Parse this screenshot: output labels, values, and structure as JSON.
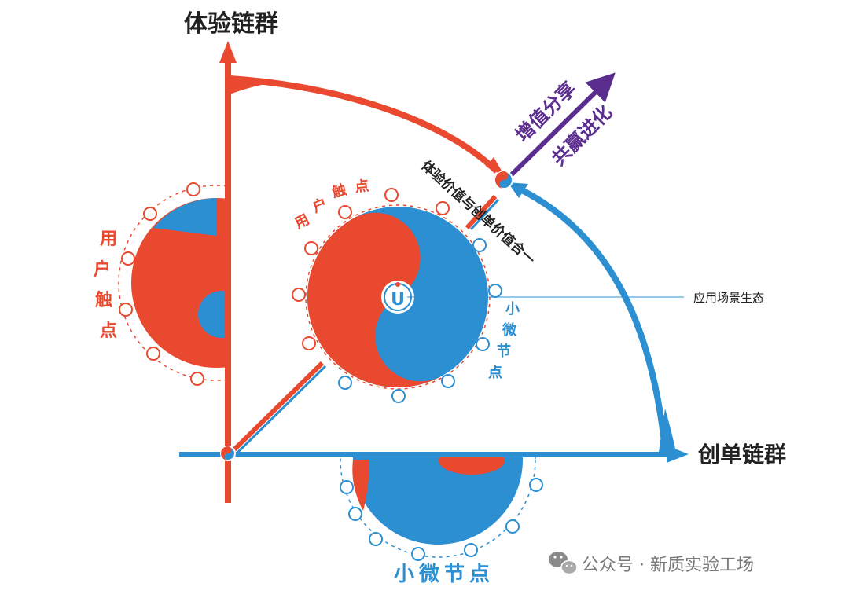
{
  "colors": {
    "red": "#e8492f",
    "blue": "#2b8fd2",
    "purple": "#5b2d8f",
    "dark": "#222222",
    "gray": "#7a7a7a"
  },
  "axes": {
    "vertical_title": "体验链群",
    "horizontal_title": "创单链群"
  },
  "left_half": {
    "label_chars": [
      "用",
      "户",
      "触",
      "点"
    ]
  },
  "bottom_half": {
    "label": "小微节点"
  },
  "center": {
    "logo_letter": "U",
    "top_label_chars": [
      "用",
      "户",
      "触",
      "点"
    ],
    "right_label_chars": [
      "小",
      "微",
      "节",
      "点"
    ],
    "callout": "应用场景生态"
  },
  "diagonal": {
    "caption": "体验价值与创单价值合一"
  },
  "outcome": {
    "line1": "增值分享",
    "line2": "共赢进化"
  },
  "watermark": {
    "icon": "wechat-icon",
    "text": "公众号 · 新质实验工场"
  }
}
